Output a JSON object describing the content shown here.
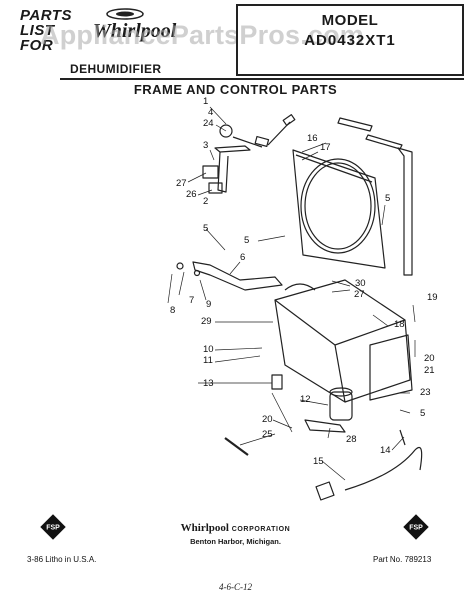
{
  "header": {
    "parts_lines": [
      "PARTS",
      "LIST",
      "FOR"
    ],
    "brand": "Whirlpool",
    "watermark": "AppliancePartsPros.com",
    "product": "DEHUMIDIFIER",
    "model_label": "MODEL",
    "model_number": "AD0432XT1"
  },
  "section_title": "FRAME AND CONTROL PARTS",
  "callouts": [
    "1",
    "4",
    "24",
    "3",
    "27",
    "26",
    "2",
    "5",
    "16",
    "17",
    "5",
    "5",
    "6",
    "7",
    "8",
    "9",
    "30",
    "27",
    "19",
    "29",
    "18",
    "10",
    "11",
    "20",
    "21",
    "13",
    "23",
    "5",
    "20",
    "12",
    "28",
    "25",
    "14",
    "15"
  ],
  "footer": {
    "badge_text": "FSP",
    "corp_name": "Whirlpool",
    "corp_suffix": "CORPORATION",
    "city": "Benton Harbor, Michigan.",
    "print_info": "3-86 Litho in U.S.A.",
    "part_number": "Part No. 789213",
    "handwritten": "4-6-C-12"
  }
}
